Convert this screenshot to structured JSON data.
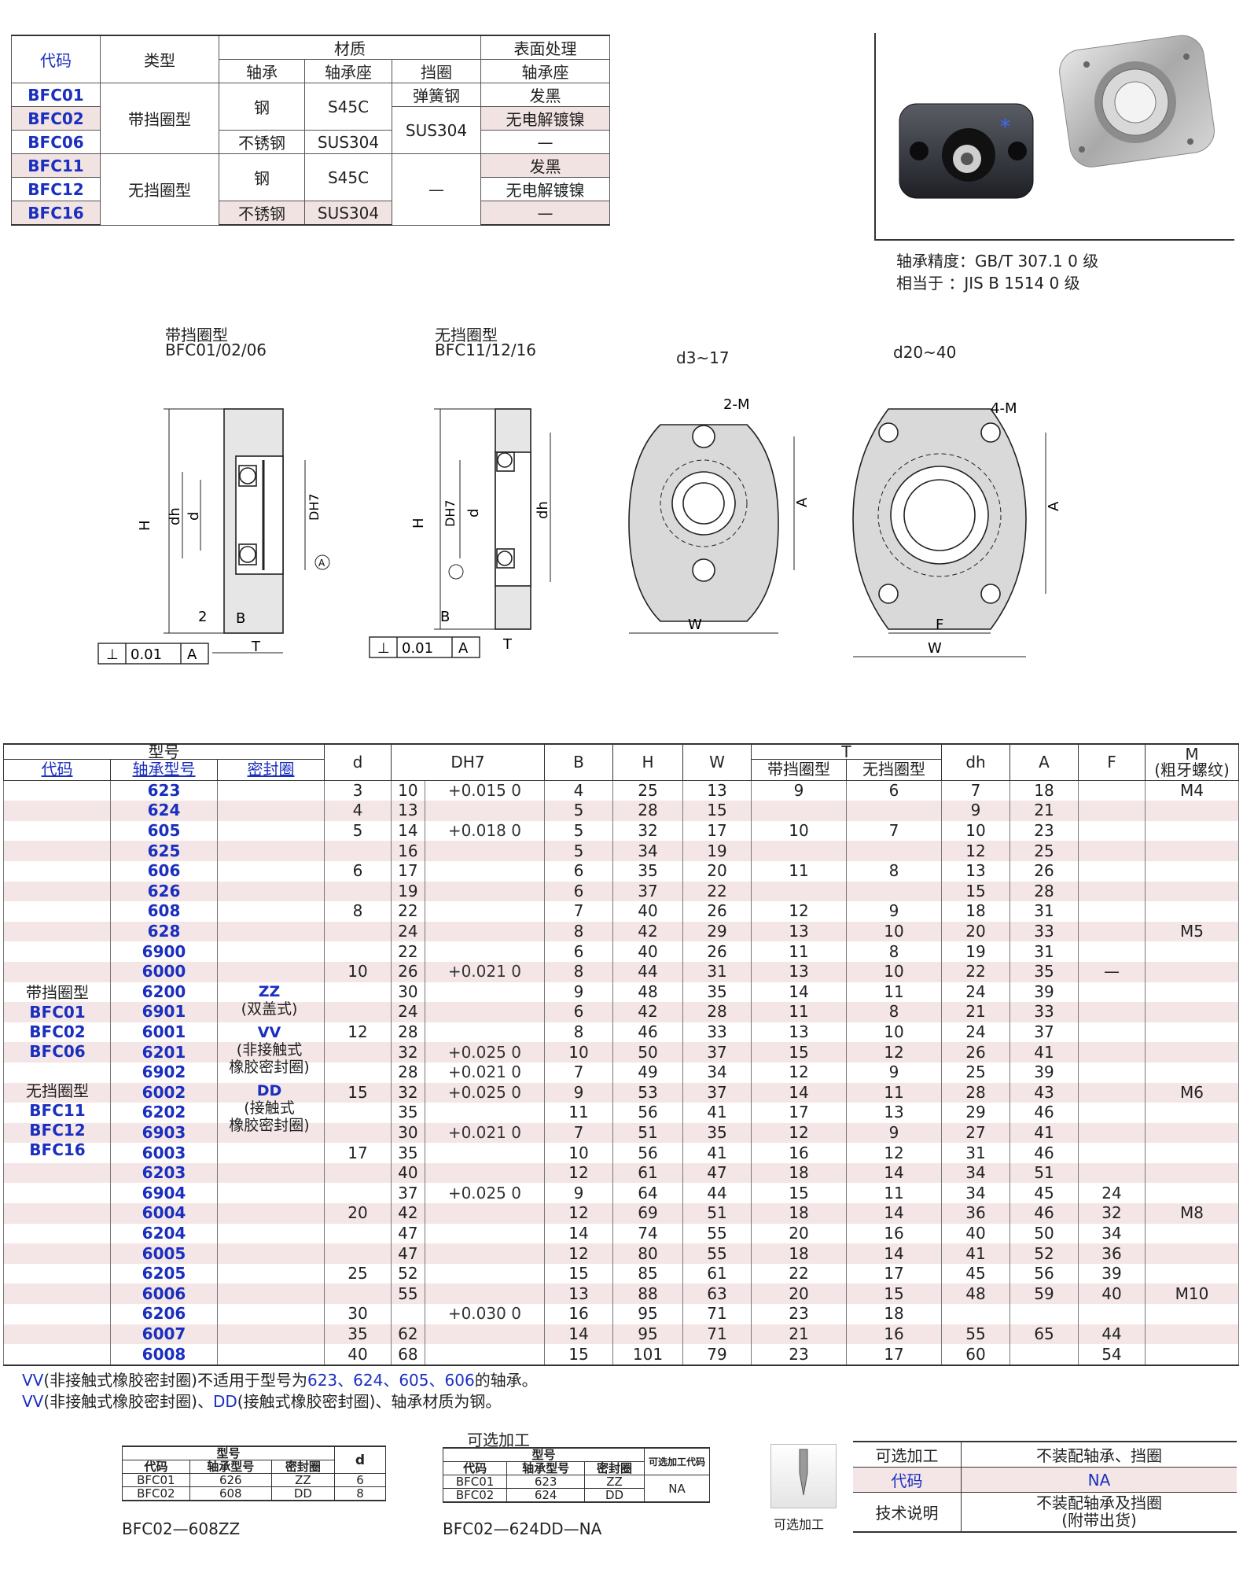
{
  "material_table": {
    "headers": {
      "code": "代码",
      "type": "类型",
      "material": "材质",
      "surface": "表面处理",
      "bearing": "轴承",
      "housing": "轴承座",
      "retainer": "挡圈",
      "surface_housing": "轴承座"
    },
    "rows": [
      {
        "code": "BFC01",
        "type": "",
        "bearing": "",
        "housing": "",
        "retainer": "弹簧钢",
        "surface": "发黑"
      },
      {
        "code": "BFC02",
        "type": "带挡圈型",
        "bearing": "钢",
        "housing": "S45C",
        "retainer": "",
        "surface": "无电解镀镍"
      },
      {
        "code": "BFC06",
        "type": "",
        "bearing": "不锈钢",
        "housing": "SUS304",
        "retainer": "SUS304",
        "surface": "—"
      },
      {
        "code": "BFC11",
        "type": "",
        "bearing": "",
        "housing": "",
        "retainer": "",
        "surface": "发黑"
      },
      {
        "code": "BFC12",
        "type": "无挡圈型",
        "bearing": "钢",
        "housing": "S45C",
        "retainer": "—",
        "surface": "无电解镀镍"
      },
      {
        "code": "BFC16",
        "type": "",
        "bearing": "不锈钢",
        "housing": "SUS304",
        "retainer": "",
        "surface": "—"
      }
    ]
  },
  "precision": {
    "line1": "轴承精度：GB/T 307.1  0 级",
    "line2": "相当于   ：JIS  B 1514  0 级"
  },
  "drawings": {
    "type1_label": "带挡圈型",
    "type1_codes": "BFC01/02/06",
    "type2_label": "无挡圈型",
    "type2_codes": "BFC11/12/16",
    "range1": "d3~17",
    "range2": "d20~40",
    "hole1": "2-M",
    "hole2": "4-M",
    "flatness1": "0.01",
    "flatness_ref": "A",
    "dim_A": "A",
    "dim_W": "W",
    "dim_F": "F",
    "dim_T": "T",
    "dim_B": "B",
    "dim_H": "H",
    "dim_dh": "dh",
    "dim_d": "d",
    "dim_D": "DH7",
    "dim_2": "2"
  },
  "spec_table": {
    "header": {
      "model": "型号",
      "code": "代码",
      "bearing_no": "轴承型号",
      "seal": "密封圈",
      "d": "d",
      "D": "DH7",
      "B": "B",
      "H": "H",
      "W": "W",
      "T": "T",
      "T1": "带挡圈型",
      "T2": "无挡圈型",
      "dh": "dh",
      "A": "A",
      "F": "F",
      "M": "M",
      "M_sub": "(粗牙螺纹)"
    },
    "codes_group1_label": "带挡圈型",
    "codes_group1": [
      "BFC01",
      "BFC02",
      "BFC06"
    ],
    "codes_group2_label": "无挡圈型",
    "codes_group2": [
      "BFC11",
      "BFC12",
      "BFC16"
    ],
    "seal_zz": "ZZ",
    "seal_zz_desc": "(双盖式)",
    "seal_vv": "VV",
    "seal_vv_desc1": "(非接触式",
    "seal_vv_desc2": "橡胶密封圈)",
    "seal_dd": "DD",
    "seal_dd_desc1": "(接触式",
    "seal_dd_desc2": "橡胶密封圈)",
    "rows": [
      {
        "bearing": "623",
        "d": "3",
        "D": "10",
        "tol": "+0.015 0",
        "B": "4",
        "H": "25",
        "W": "13",
        "T1": "9",
        "T2": "6",
        "dh": "7",
        "A": "18",
        "F": "",
        "M": "M4"
      },
      {
        "bearing": "624",
        "d": "4",
        "D": "13",
        "tol": "",
        "B": "5",
        "H": "28",
        "W": "15",
        "T1": "",
        "T2": "",
        "dh": "9",
        "A": "21",
        "F": "",
        "M": ""
      },
      {
        "bearing": "605",
        "d": "5",
        "D": "14",
        "tol": "+0.018 0",
        "B": "5",
        "H": "32",
        "W": "17",
        "T1": "10",
        "T2": "7",
        "dh": "10",
        "A": "23",
        "F": "",
        "M": ""
      },
      {
        "bearing": "625",
        "d": "",
        "D": "16",
        "tol": "",
        "B": "5",
        "H": "34",
        "W": "19",
        "T1": "",
        "T2": "",
        "dh": "12",
        "A": "25",
        "F": "",
        "M": ""
      },
      {
        "bearing": "606",
        "d": "6",
        "D": "17",
        "tol": "",
        "B": "6",
        "H": "35",
        "W": "20",
        "T1": "11",
        "T2": "8",
        "dh": "13",
        "A": "26",
        "F": "",
        "M": ""
      },
      {
        "bearing": "626",
        "d": "",
        "D": "19",
        "tol": "",
        "B": "6",
        "H": "37",
        "W": "22",
        "T1": "",
        "T2": "",
        "dh": "15",
        "A": "28",
        "F": "",
        "M": ""
      },
      {
        "bearing": "608",
        "d": "8",
        "D": "22",
        "tol": "",
        "B": "7",
        "H": "40",
        "W": "26",
        "T1": "12",
        "T2": "9",
        "dh": "18",
        "A": "31",
        "F": "",
        "M": ""
      },
      {
        "bearing": "628",
        "d": "",
        "D": "24",
        "tol": "",
        "B": "8",
        "H": "42",
        "W": "29",
        "T1": "13",
        "T2": "10",
        "dh": "20",
        "A": "33",
        "F": "",
        "M": "M5"
      },
      {
        "bearing": "6900",
        "d": "",
        "D": "22",
        "tol": "",
        "B": "6",
        "H": "40",
        "W": "26",
        "T1": "11",
        "T2": "8",
        "dh": "19",
        "A": "31",
        "F": "",
        "M": ""
      },
      {
        "bearing": "6000",
        "d": "10",
        "D": "26",
        "tol": "+0.021 0",
        "B": "8",
        "H": "44",
        "W": "31",
        "T1": "13",
        "T2": "10",
        "dh": "22",
        "A": "35",
        "F": "—",
        "M": ""
      },
      {
        "bearing": "6200",
        "d": "",
        "D": "30",
        "tol": "",
        "B": "9",
        "H": "48",
        "W": "35",
        "T1": "14",
        "T2": "11",
        "dh": "24",
        "A": "39",
        "F": "",
        "M": ""
      },
      {
        "bearing": "6901",
        "d": "",
        "D": "24",
        "tol": "",
        "B": "6",
        "H": "42",
        "W": "28",
        "T1": "11",
        "T2": "8",
        "dh": "21",
        "A": "33",
        "F": "",
        "M": ""
      },
      {
        "bearing": "6001",
        "d": "12",
        "D": "28",
        "tol": "",
        "B": "8",
        "H": "46",
        "W": "33",
        "T1": "13",
        "T2": "10",
        "dh": "24",
        "A": "37",
        "F": "",
        "M": ""
      },
      {
        "bearing": "6201",
        "d": "",
        "D": "32",
        "tol": "+0.025 0",
        "B": "10",
        "H": "50",
        "W": "37",
        "T1": "15",
        "T2": "12",
        "dh": "26",
        "A": "41",
        "F": "",
        "M": ""
      },
      {
        "bearing": "6902",
        "d": "",
        "D": "28",
        "tol": "+0.021 0",
        "B": "7",
        "H": "49",
        "W": "34",
        "T1": "12",
        "T2": "9",
        "dh": "25",
        "A": "39",
        "F": "",
        "M": ""
      },
      {
        "bearing": "6002",
        "d": "15",
        "D": "32",
        "tol": "+0.025 0",
        "B": "9",
        "H": "53",
        "W": "37",
        "T1": "14",
        "T2": "11",
        "dh": "28",
        "A": "43",
        "F": "",
        "M": "M6"
      },
      {
        "bearing": "6202",
        "d": "",
        "D": "35",
        "tol": "",
        "B": "11",
        "H": "56",
        "W": "41",
        "T1": "17",
        "T2": "13",
        "dh": "29",
        "A": "46",
        "F": "",
        "M": ""
      },
      {
        "bearing": "6903",
        "d": "",
        "D": "30",
        "tol": "+0.021 0",
        "B": "7",
        "H": "51",
        "W": "35",
        "T1": "12",
        "T2": "9",
        "dh": "27",
        "A": "41",
        "F": "",
        "M": ""
      },
      {
        "bearing": "6003",
        "d": "17",
        "D": "35",
        "tol": "",
        "B": "10",
        "H": "56",
        "W": "41",
        "T1": "16",
        "T2": "12",
        "dh": "31",
        "A": "46",
        "F": "",
        "M": ""
      },
      {
        "bearing": "6203",
        "d": "",
        "D": "40",
        "tol": "",
        "B": "12",
        "H": "61",
        "W": "47",
        "T1": "18",
        "T2": "14",
        "dh": "34",
        "A": "51",
        "F": "",
        "M": ""
      },
      {
        "bearing": "6904",
        "d": "",
        "D": "37",
        "tol": "+0.025 0",
        "B": "9",
        "H": "64",
        "W": "44",
        "T1": "15",
        "T2": "11",
        "dh": "34",
        "A": "45",
        "F": "24",
        "M": ""
      },
      {
        "bearing": "6004",
        "d": "20",
        "D": "42",
        "tol": "",
        "B": "12",
        "H": "69",
        "W": "51",
        "T1": "18",
        "T2": "14",
        "dh": "36",
        "A": "46",
        "F": "32",
        "M": "M8"
      },
      {
        "bearing": "6204",
        "d": "",
        "D": "47",
        "tol": "",
        "B": "14",
        "H": "74",
        "W": "55",
        "T1": "20",
        "T2": "16",
        "dh": "40",
        "A": "50",
        "F": "34",
        "M": ""
      },
      {
        "bearing": "6005",
        "d": "",
        "D": "47",
        "tol": "",
        "B": "12",
        "H": "80",
        "W": "55",
        "T1": "18",
        "T2": "14",
        "dh": "41",
        "A": "52",
        "F": "36",
        "M": ""
      },
      {
        "bearing": "6205",
        "d": "25",
        "D": "52",
        "tol": "",
        "B": "15",
        "H": "85",
        "W": "61",
        "T1": "22",
        "T2": "17",
        "dh": "45",
        "A": "56",
        "F": "39",
        "M": ""
      },
      {
        "bearing": "6006",
        "d": "",
        "D": "55",
        "tol": "",
        "B": "13",
        "H": "88",
        "W": "63",
        "T1": "20",
        "T2": "15",
        "dh": "48",
        "A": "59",
        "F": "40",
        "M": "M10"
      },
      {
        "bearing": "6206",
        "d": "30",
        "D": "",
        "tol": "+0.030 0",
        "B": "16",
        "H": "95",
        "W": "71",
        "T1": "23",
        "T2": "18",
        "dh": "",
        "A": "",
        "F": "",
        "M": ""
      },
      {
        "bearing": "6007",
        "d": "35",
        "D": "62",
        "tol": "",
        "B": "14",
        "H": "95",
        "W": "71",
        "T1": "21",
        "T2": "16",
        "dh": "55",
        "A": "65",
        "F": "44",
        "M": ""
      },
      {
        "bearing": "6008",
        "d": "40",
        "D": "68",
        "tol": "",
        "B": "15",
        "H": "101",
        "W": "79",
        "T1": "23",
        "T2": "17",
        "dh": "60",
        "A": "",
        "F": "54",
        "M": ""
      }
    ]
  },
  "notes": {
    "line1_a": "VV",
    "line1_b": "(非接触式橡胶密封圈)不适用于型号为",
    "line1_c": "623、624、605、606",
    "line1_d": "的轴承。",
    "line2_a": "VV",
    "line2_b": "(非接触式橡胶密封圈)、",
    "line2_c": "DD",
    "line2_d": "(接触式橡胶密封圈)、轴承材质为钢。"
  },
  "order_example1": {
    "header": "型号",
    "code": "代码",
    "bearing": "轴承型号",
    "seal": "密封圈",
    "d": "d",
    "row1": [
      "BFC01",
      "626",
      "ZZ",
      "6"
    ],
    "row2": [
      "BFC02",
      "608",
      "DD",
      "8"
    ],
    "example": "BFC02—608ZZ"
  },
  "order_example2": {
    "title": "可选加工",
    "header": "型号",
    "code": "代码",
    "bearing": "轴承型号",
    "seal": "密封圈",
    "opt": "可选加工代码",
    "row1": [
      "BFC01",
      "623",
      "ZZ"
    ],
    "row2": [
      "BFC02",
      "624",
      "DD"
    ],
    "opt_val": "NA",
    "example": "BFC02—624DD—NA"
  },
  "option_box": {
    "icon_caption": "可选加工",
    "h1": "可选加工",
    "h2": "不装配轴承、挡圈",
    "r1": "代码",
    "r1v": "NA",
    "r2": "技术说明",
    "r2v1": "不装配轴承及挡圈",
    "r2v2": "(附带出货)"
  }
}
